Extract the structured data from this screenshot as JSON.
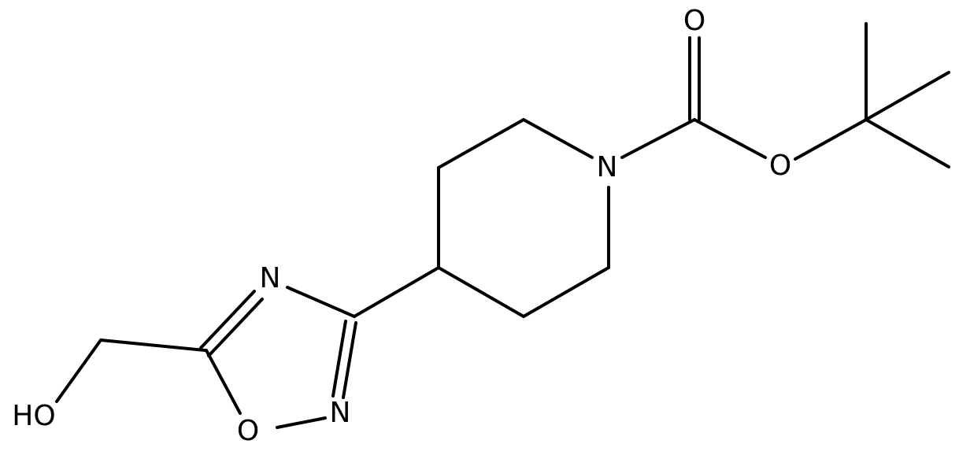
{
  "molecule": {
    "atoms": {
      "o_carbonyl": "O",
      "o_ester": "O",
      "n_piperidine": "N",
      "n_oxadiazole_top": "N",
      "n_oxadiazole_bottom": "N",
      "o_oxadiazole": "O",
      "hydroxyl": "HO"
    }
  },
  "style": {
    "bond_color": "#000000",
    "label_color": "#000000",
    "background": "#ffffff"
  }
}
